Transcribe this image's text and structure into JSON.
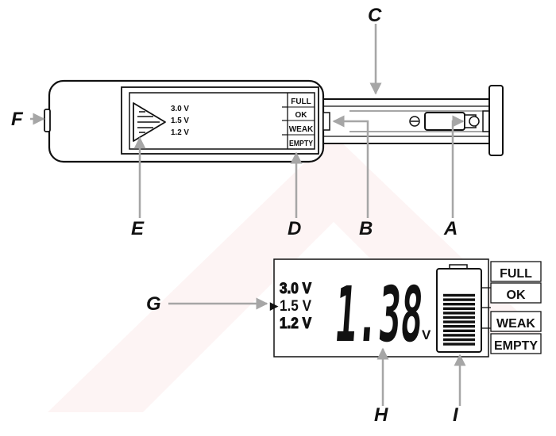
{
  "callouts": {
    "a": "A",
    "b": "B",
    "c": "C",
    "d": "D",
    "e": "E",
    "f": "F",
    "g": "G",
    "h": "H",
    "i": "I"
  },
  "device_screen": {
    "voltages": [
      "3.0 V",
      "1.5 V",
      "1.2 V"
    ],
    "status_labels": [
      "FULL",
      "OK",
      "WEAK",
      "EMPTY"
    ]
  },
  "lcd": {
    "voltages": [
      "3.0 V",
      "1.5 V",
      "1.2 V"
    ],
    "selected_voltage_marker": "▶",
    "reading": "1.38",
    "unit": "V",
    "status_labels": [
      "FULL",
      "OK",
      "WEAK",
      "EMPTY"
    ],
    "battery_level_fraction": 0.75
  },
  "colors": {
    "outline": "#111111",
    "callout_arrow": "#a6a6a6",
    "watermark": "#fbe9e9"
  }
}
